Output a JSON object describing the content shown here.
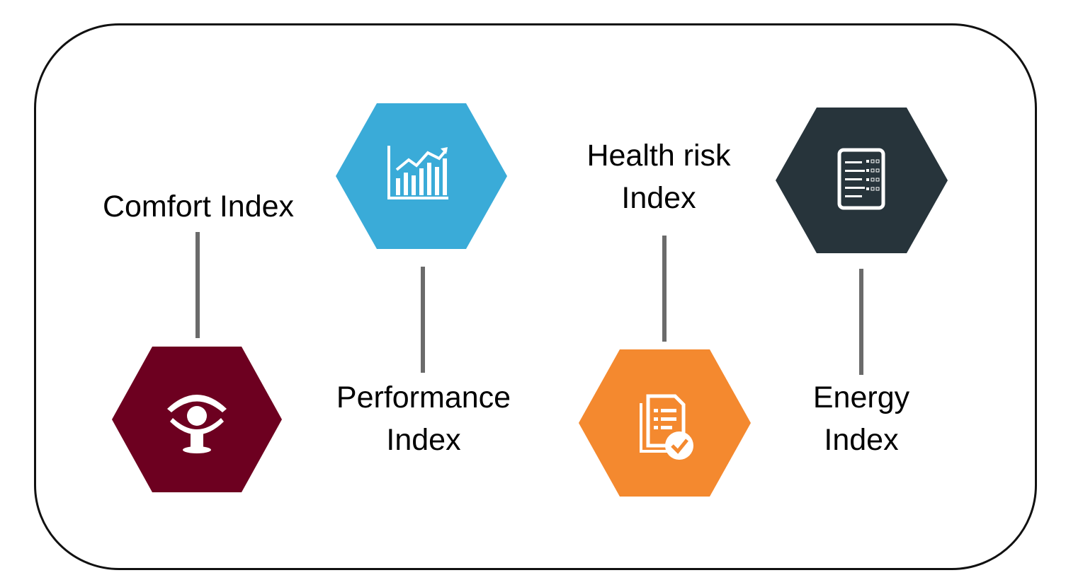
{
  "diagram": {
    "items": [
      {
        "label": "Comfort Index",
        "color": "#6d0020",
        "icon": "person-eye-icon"
      },
      {
        "label": "Performance\nIndex",
        "color": "#3aabd8",
        "icon": "trend-chart-icon"
      },
      {
        "label": "Health risk\nIndex",
        "color": "#f4892f",
        "icon": "checklist-document-icon"
      },
      {
        "label": "Energy\nIndex",
        "color": "#27343b",
        "icon": "data-sheet-icon"
      }
    ]
  }
}
